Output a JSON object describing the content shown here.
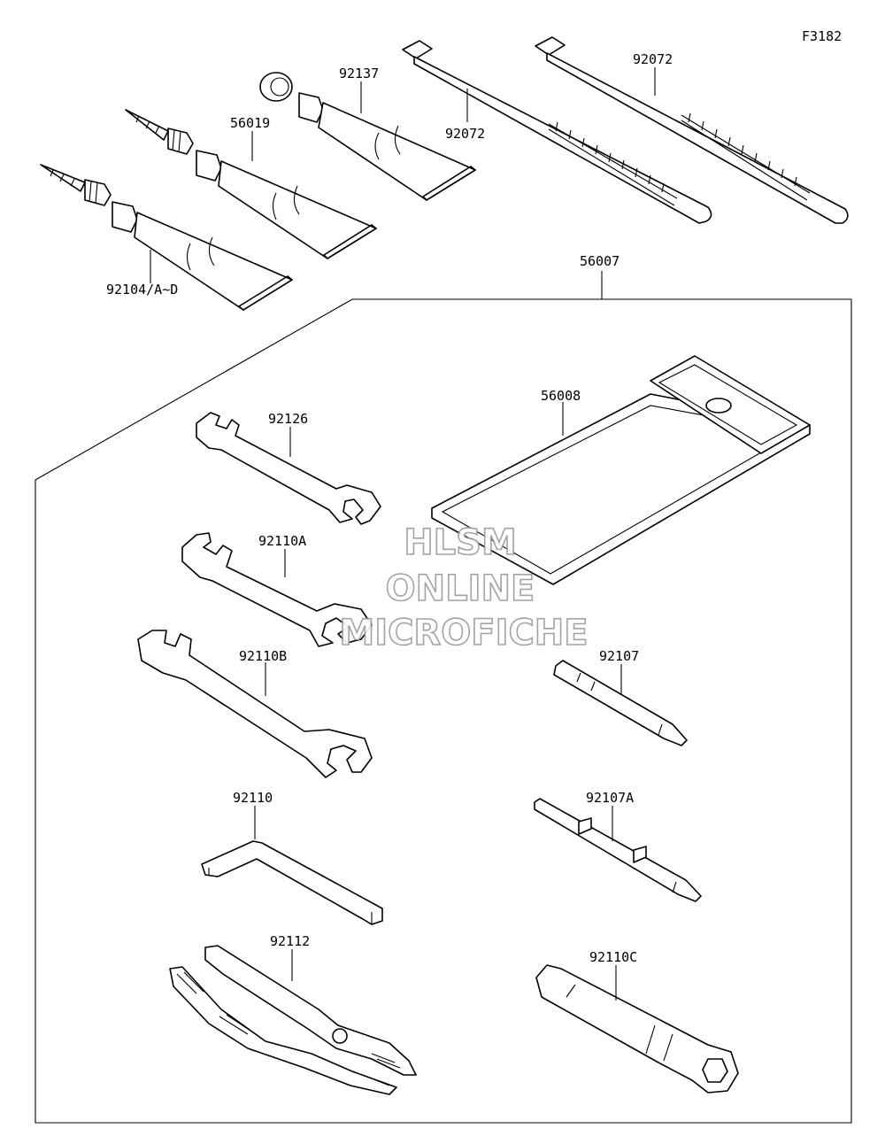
{
  "figure_code": "F3182",
  "watermark": [
    "HLSM",
    "ONLINE",
    "MICROFICHE"
  ],
  "parts": [
    {
      "id": "tube_92104",
      "label": "92104/A~D",
      "icon": "grease-tube-with-nozzle"
    },
    {
      "id": "tube_56019",
      "label": "56019",
      "icon": "grease-tube-with-nozzle"
    },
    {
      "id": "tube_92137",
      "label": "92137",
      "icon": "grease-tube-with-cap"
    },
    {
      "id": "tie_left",
      "label": "92072",
      "icon": "cable-tie"
    },
    {
      "id": "tie_right",
      "label": "92072",
      "icon": "cable-tie"
    },
    {
      "id": "toolkit",
      "label": "56007",
      "icon": "tool-kit-group"
    },
    {
      "id": "case",
      "label": "56008",
      "icon": "tool-pouch"
    },
    {
      "id": "wrench_92126",
      "label": "92126",
      "icon": "open-end-wrench"
    },
    {
      "id": "wrench_92110A",
      "label": "92110A",
      "icon": "open-end-wrench"
    },
    {
      "id": "wrench_92110B",
      "label": "92110B",
      "icon": "open-end-wrench"
    },
    {
      "id": "hexkey",
      "label": "92110",
      "icon": "hex-key"
    },
    {
      "id": "pliers",
      "label": "92112",
      "icon": "slip-joint-pliers"
    },
    {
      "id": "screwdriver_92107",
      "label": "92107",
      "icon": "screwdriver-bit"
    },
    {
      "id": "screwdriver_92107A",
      "label": "92107A",
      "icon": "screwdriver-double-bit"
    },
    {
      "id": "boxwrench",
      "label": "92110C",
      "icon": "spark-plug-box-wrench"
    }
  ]
}
